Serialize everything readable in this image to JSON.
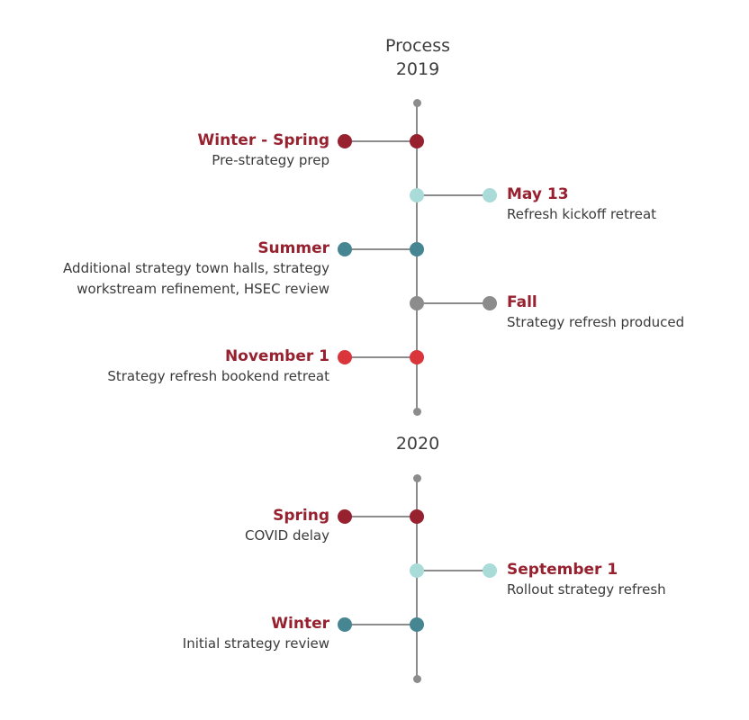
{
  "header": {
    "title": "Process",
    "year_2019": "2019",
    "year_2020": "2020"
  },
  "colors": {
    "maroon": "#97212f",
    "light_teal": "#a9dbd8",
    "dark_teal": "#468592",
    "gray": "#8c8c8c",
    "red": "#d9353b"
  },
  "events_2019": [
    {
      "title": "Winter - Spring",
      "desc_lines": [
        "Pre-strategy prep"
      ],
      "color": "maroon"
    },
    {
      "title": "May 13",
      "desc_lines": [
        "Refresh kickoff retreat"
      ],
      "color": "light_teal"
    },
    {
      "title": "Summer",
      "desc_lines": [
        "Additional strategy town halls, strategy",
        "workstream refinement, HSEC review"
      ],
      "color": "dark_teal"
    },
    {
      "title": "Fall",
      "desc_lines": [
        "Strategy refresh produced"
      ],
      "color": "gray"
    },
    {
      "title": "November 1",
      "desc_lines": [
        "Strategy refresh bookend retreat"
      ],
      "color": "red"
    }
  ],
  "events_2020": [
    {
      "title": "Spring",
      "desc_lines": [
        "COVID delay"
      ],
      "color": "maroon"
    },
    {
      "title": "September 1",
      "desc_lines": [
        "Rollout strategy refresh"
      ],
      "color": "light_teal"
    },
    {
      "title": "Winter",
      "desc_lines": [
        "Initial strategy review"
      ],
      "color": "dark_teal"
    }
  ]
}
